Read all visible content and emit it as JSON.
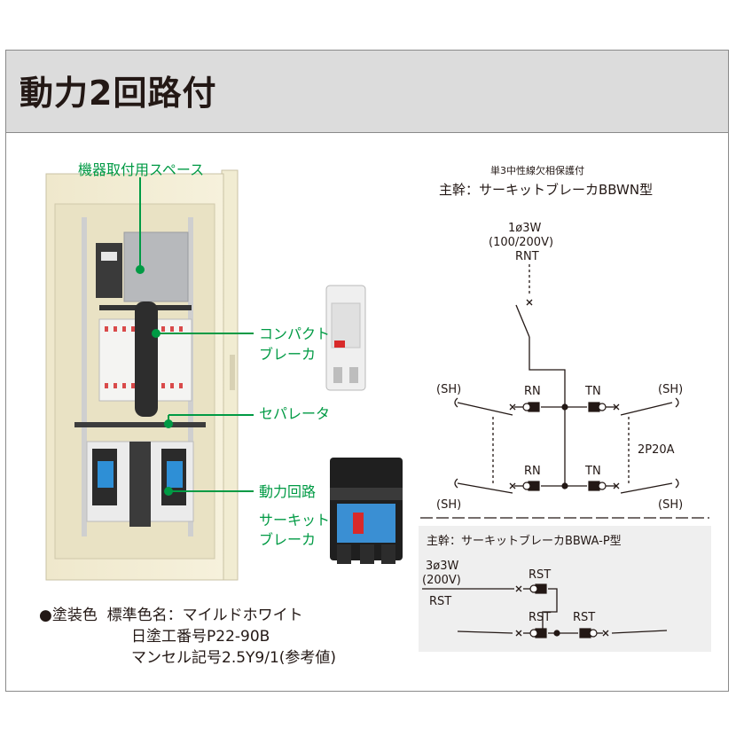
{
  "header": {
    "title": "動力2回路付"
  },
  "product_photo": {
    "callouts": {
      "equipment_space": "機器取付用スペース",
      "compact_breaker_line1": "コンパクト",
      "compact_breaker_line2": "ブレーカ",
      "separator": "セパレータ",
      "power_circuit": "動力回路",
      "circuit_breaker_line1": "サーキット",
      "circuit_breaker_line2": "ブレーカ"
    }
  },
  "paint": {
    "label": "●塗装色",
    "standard_color": "標準色名：マイルドホワイト",
    "paint_number": "日塗工番号P22-90B",
    "munsell": "マンセル記号2.5Y9/1(参考値)"
  },
  "main_diagram": {
    "note": "単3中性線欠相保護付",
    "title": "主幹：サーキットブレーカBBWN型",
    "supply_line1": "1ø3W",
    "supply_line2": "(100/200V)",
    "supply_line3": "RNT",
    "sh_tl": "(SH)",
    "sh_tr": "(SH)",
    "sh_bl": "(SH)",
    "sh_br": "(SH)",
    "rn_top": "RN",
    "tn_top": "TN",
    "rn_bottom": "RN",
    "tn_bottom": "TN",
    "branch_rating": "2P20A"
  },
  "sub_diagram": {
    "title": "主幹：サーキットブレーカBBWA-P型",
    "supply_line1": "3ø3W",
    "supply_line2": "(200V)",
    "supply_line3": "RST",
    "rst_top": "RST",
    "rst_bottom_left": "RST",
    "rst_bottom_right": "RST"
  }
}
